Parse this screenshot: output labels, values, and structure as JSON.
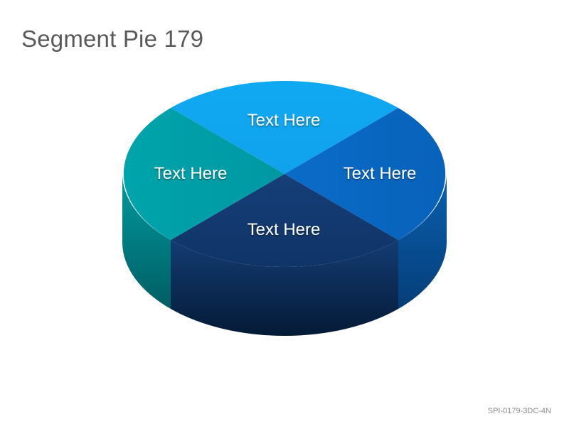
{
  "title": "Segment Pie 179",
  "footer_code": "SPI-0179-3DC-4N",
  "segments": [
    {
      "id": "top",
      "label": "Text Here",
      "color": "#11A6F0"
    },
    {
      "id": "right",
      "label": "Text Here",
      "color": "#0A68C2"
    },
    {
      "id": "bottom",
      "label": "Text Here",
      "color": "#143C74"
    },
    {
      "id": "left",
      "label": "Text Here",
      "color": "#009DA6"
    }
  ],
  "side_colors": {
    "left": "#007A80",
    "front": "#0F2F5C",
    "right": "#064F99"
  }
}
